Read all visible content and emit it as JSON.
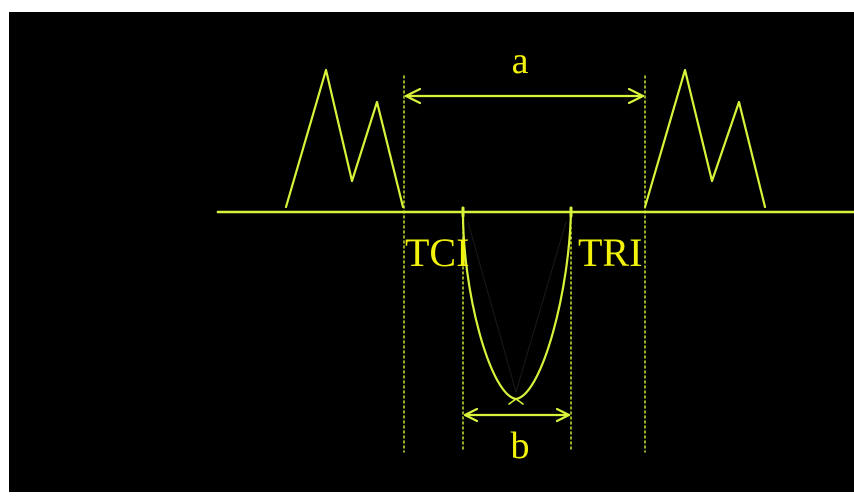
{
  "diagram": {
    "background_color": "#000000",
    "frame_color": "#ffffff",
    "line_color": "#d9f23a",
    "text_color": "#f2f20a",
    "thin_line_color": "#1a1a1a",
    "labels": {
      "a": "a",
      "b": "b",
      "left": "TCI",
      "right": "TRI"
    }
  }
}
